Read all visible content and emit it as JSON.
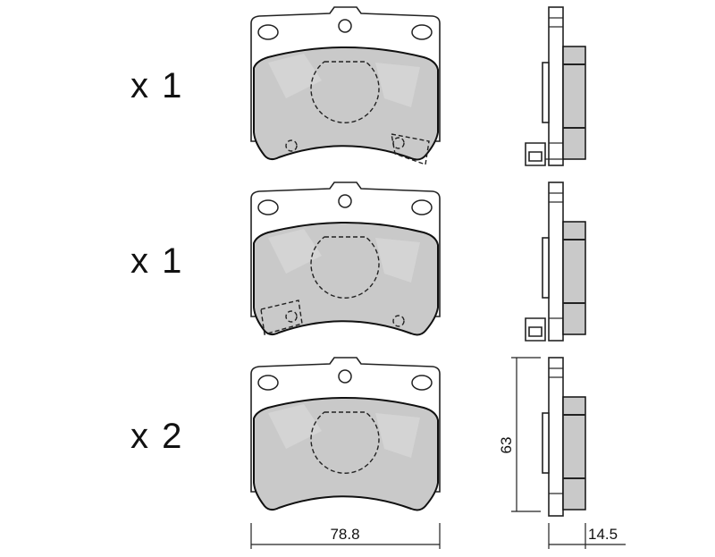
{
  "pads": [
    {
      "quantity_label": "x 1",
      "wear_sensor": "right"
    },
    {
      "quantity_label": "x 1",
      "wear_sensor": "left"
    },
    {
      "quantity_label": "x 2",
      "wear_sensor": "none"
    }
  ],
  "dimensions": {
    "width": "78.8",
    "height": "63",
    "thickness": "14.5"
  },
  "colors": {
    "friction": "#c9c9c9",
    "outline": "#222222"
  }
}
